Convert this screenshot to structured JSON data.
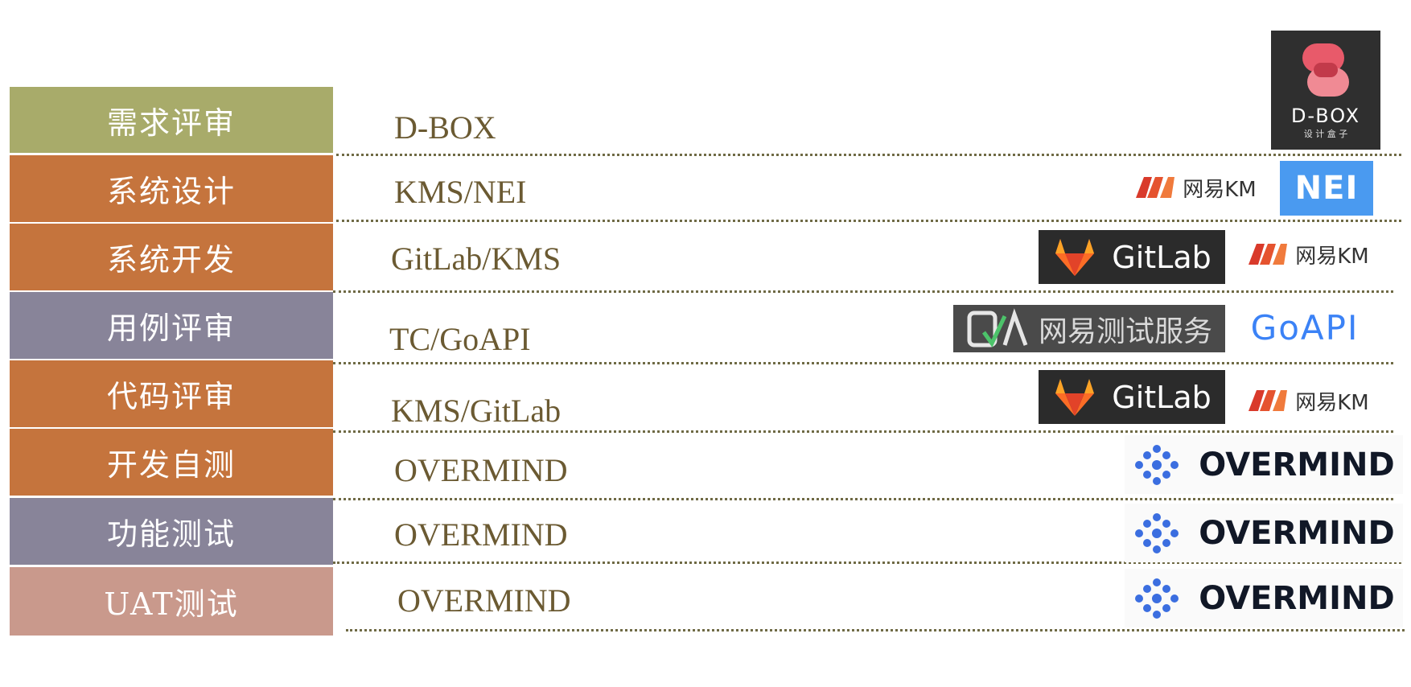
{
  "rows": [
    {
      "stage": "需求评审",
      "tool": "D-BOX",
      "color": "#a8ab6a"
    },
    {
      "stage": "系统设计",
      "tool": "KMS/NEI",
      "color": "#c5743d"
    },
    {
      "stage": "系统开发",
      "tool": "GitLab/KMS",
      "color": "#c5743d"
    },
    {
      "stage": "用例评审",
      "tool": "TC/GoAPI",
      "color": "#888499"
    },
    {
      "stage": "代码评审",
      "tool": "KMS/GitLab",
      "color": "#c5743d"
    },
    {
      "stage": "开发自测",
      "tool": "OVERMIND",
      "color": "#c5743d"
    },
    {
      "stage": "功能测试",
      "tool": "OVERMIND",
      "color": "#888499"
    },
    {
      "stage": "UAT测试",
      "tool": "OVERMIND",
      "color": "#c9998c"
    }
  ],
  "logos": {
    "dbox": {
      "name": "D-BOX",
      "sub": "设 计 盒 子"
    },
    "km": {
      "name": "网易KM"
    },
    "nei": {
      "name": "NEI"
    },
    "gitlab": {
      "name": "GitLab"
    },
    "qa": {
      "name": "网易测试服务"
    },
    "goapi": {
      "name": "GoAPI"
    },
    "overmind": {
      "name": "OVERMIND"
    }
  }
}
